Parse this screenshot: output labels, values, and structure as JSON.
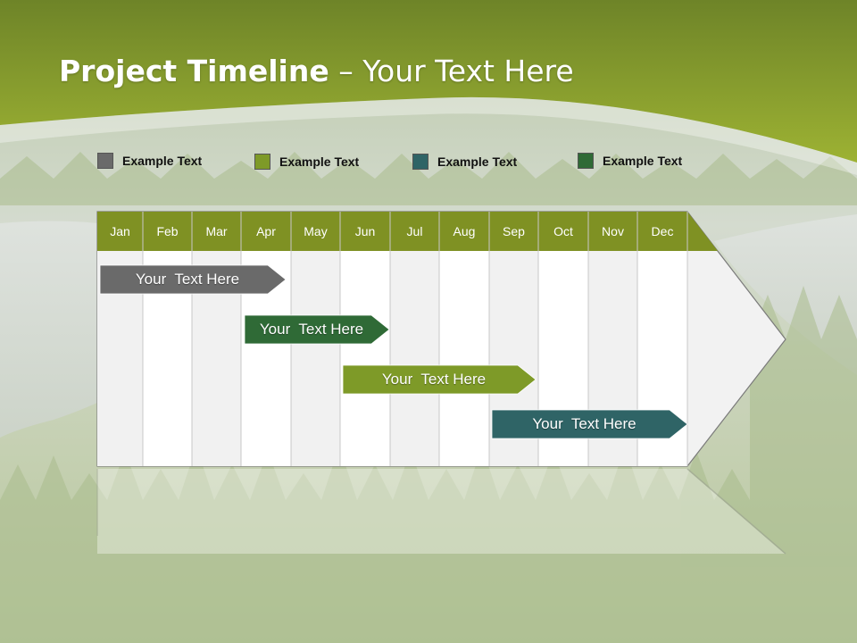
{
  "slide": {
    "title_bold": "Project Timeline",
    "title_rest": " – Your Text Here",
    "colors": {
      "header_green": "#8fa32c",
      "month_bar": "#7f9123",
      "bar_gray": "#6a6a6a",
      "bar_dark_green": "#2f6a36",
      "bar_olive": "#7e9a28",
      "bar_teal": "#2f6466"
    }
  },
  "legend": [
    {
      "label": "Example Text",
      "color": "#6a6a6a"
    },
    {
      "label": "Example Text",
      "color": "#7e9a28"
    },
    {
      "label": "Example Text",
      "color": "#2f6466"
    },
    {
      "label": "Example Text",
      "color": "#2f6a36"
    }
  ],
  "timeline": {
    "months": [
      "Jan",
      "Feb",
      "Mar",
      "Apr",
      "May",
      "Jun",
      "Jul",
      "Aug",
      "Sep",
      "Oct",
      "Nov",
      "Dec"
    ],
    "tasks": [
      {
        "label": "Your  Text Here",
        "start": "Jan",
        "end": "Apr",
        "color": "#6a6a6a"
      },
      {
        "label": "Your  Text Here",
        "start": "Apr",
        "end": "Jun",
        "color": "#2f6a36"
      },
      {
        "label": "Your  Text Here",
        "start": "Jun",
        "end": "Sep",
        "color": "#7e9a28"
      },
      {
        "label": "Your  Text Here",
        "start": "Sep",
        "end": "Dec",
        "color": "#2f6466"
      }
    ]
  }
}
